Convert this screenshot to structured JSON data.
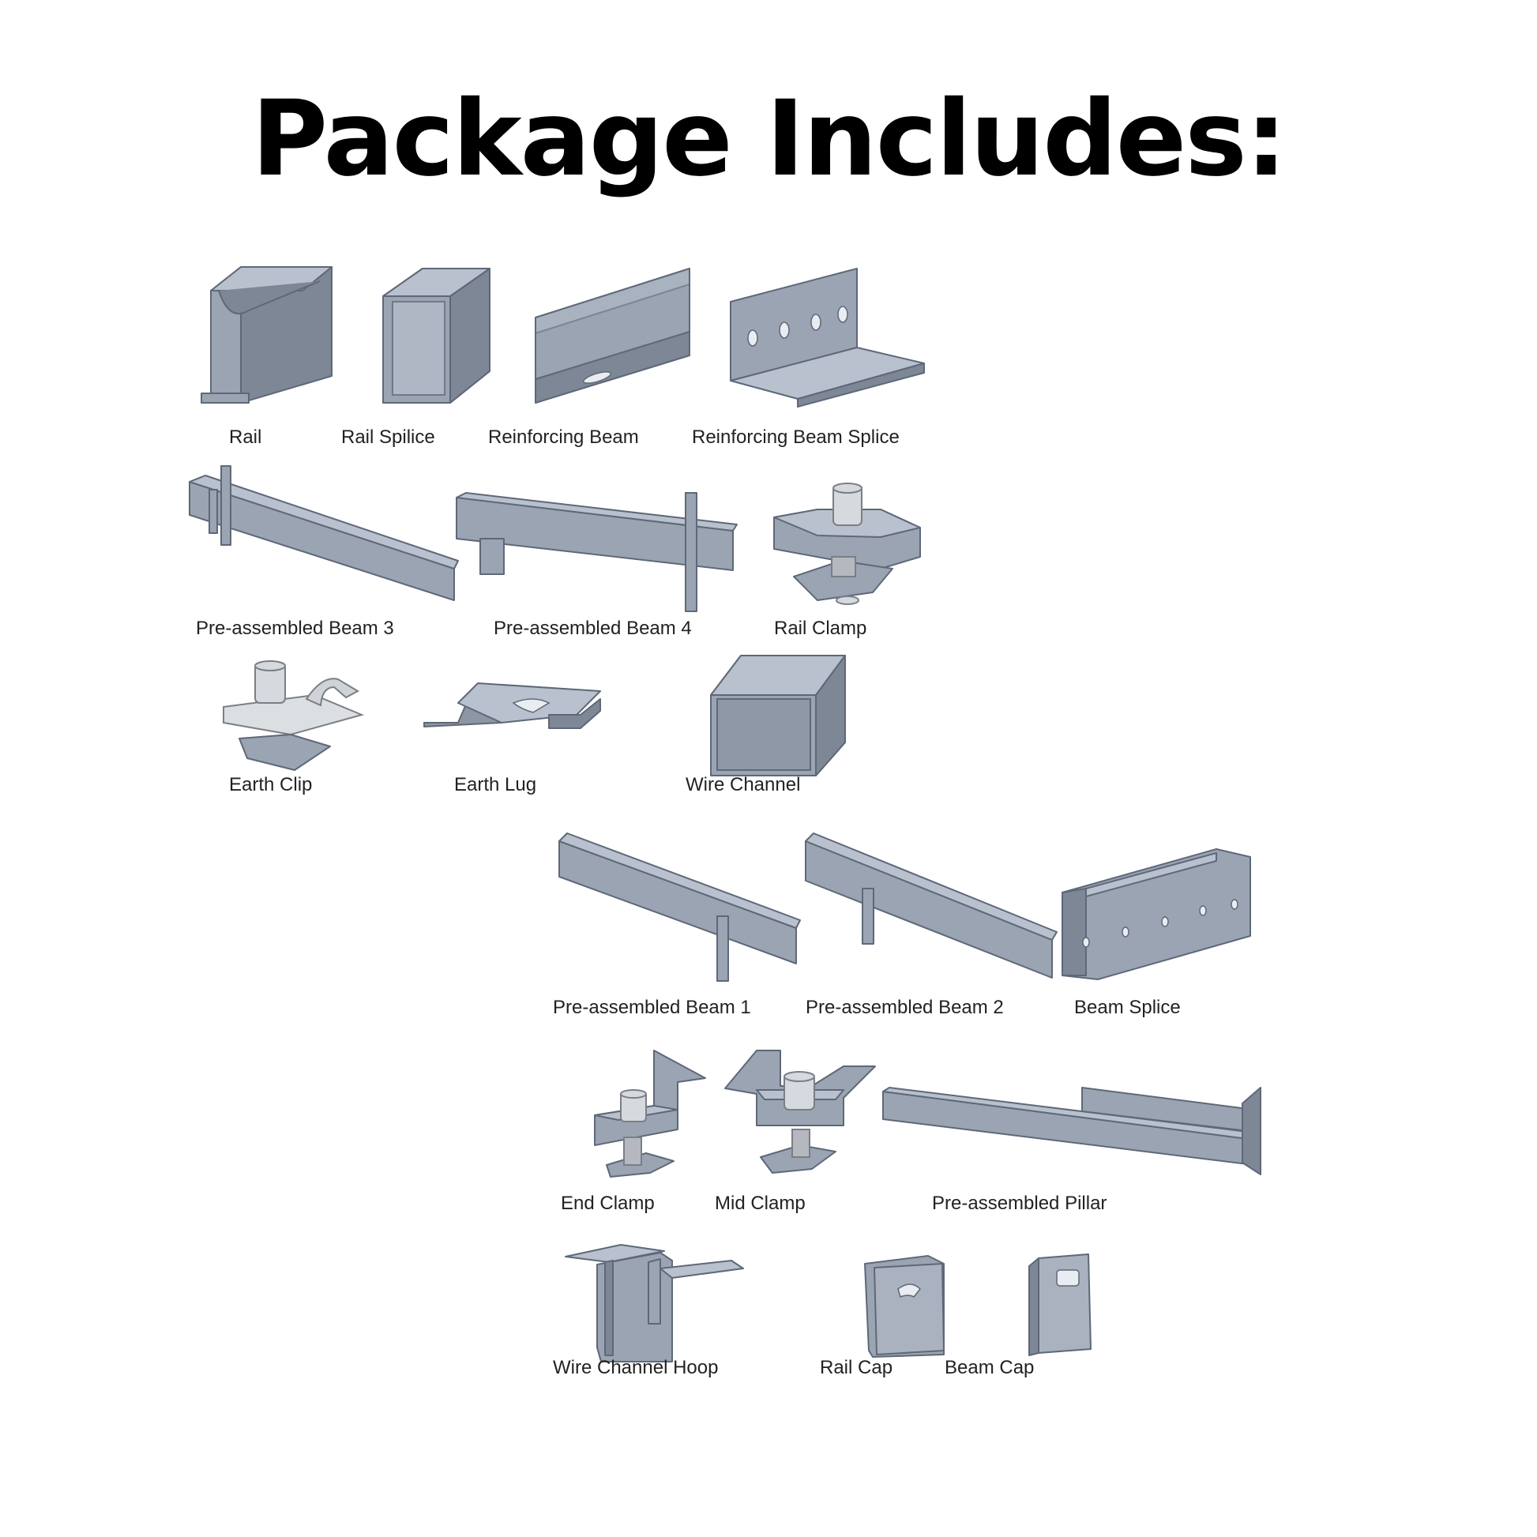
{
  "title": "Package Includes:",
  "parts": {
    "rail": "Rail",
    "rail_splice": "Rail Spilice",
    "reinforcing_beam": "Reinforcing Beam",
    "reinforcing_beam_splice": "Reinforcing Beam Splice",
    "pre_beam_3": "Pre-assembled Beam 3",
    "pre_beam_4": "Pre-assembled Beam 4",
    "rail_clamp": "Rail Clamp",
    "earth_clip": "Earth Clip",
    "earth_lug": "Earth Lug",
    "wire_channel": "Wire  Channel",
    "pre_beam_1": "Pre-assembled Beam 1",
    "pre_beam_2": "Pre-assembled Beam 2",
    "beam_splice": "Beam Splice",
    "end_clamp": "End Clamp",
    "mid_clamp": "Mid Clamp",
    "pre_pillar": "Pre-assembled  Pillar",
    "wire_channel_hoop": "Wire  Channel  Hoop",
    "rail_cap": "Rail Cap",
    "beam_cap": "Beam Cap"
  },
  "colors": {
    "metal": "#9aa4b2",
    "title": "#000000"
  }
}
